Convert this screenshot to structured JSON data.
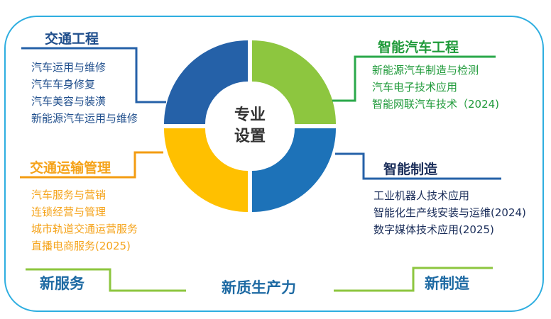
{
  "center": {
    "line1": "专业",
    "line2": "设置"
  },
  "quadrants": {
    "top_left": {
      "title": "交通工程",
      "color": "#2561a8",
      "items": [
        "汽车运用与维修",
        "汽车车身修复",
        "汽车美容与装潢",
        "新能源汽车运用与维修"
      ]
    },
    "top_right": {
      "title": "智能汽车工程",
      "color": "#8dc63f",
      "items": [
        "新能源汽车制造与检测",
        "汽车电子技术应用",
        "智能网联汽车技术（2024)"
      ]
    },
    "bottom_left": {
      "title": "交通运输管理",
      "color": "#ffc000",
      "items": [
        "汽车服务与营销",
        "连锁经营与管理",
        "城市轨道交通运营服务",
        "直播电商服务(2025)"
      ]
    },
    "bottom_right": {
      "title": "智能制造",
      "color": "#1d72b8",
      "items": [
        "工业机器人技术应用",
        "智能化生产线安装与运维(2024)",
        "数字媒体技术应用(2025)"
      ]
    }
  },
  "bottom": {
    "left": "新服务",
    "middle": "新质生产力",
    "right": "新制造"
  },
  "colors": {
    "frame": "#2eaee0",
    "line_blue": "#2561a8",
    "line_green": "#2aa84a",
    "line_orange": "#f39c12",
    "line_green_light": "#8dc63f"
  }
}
